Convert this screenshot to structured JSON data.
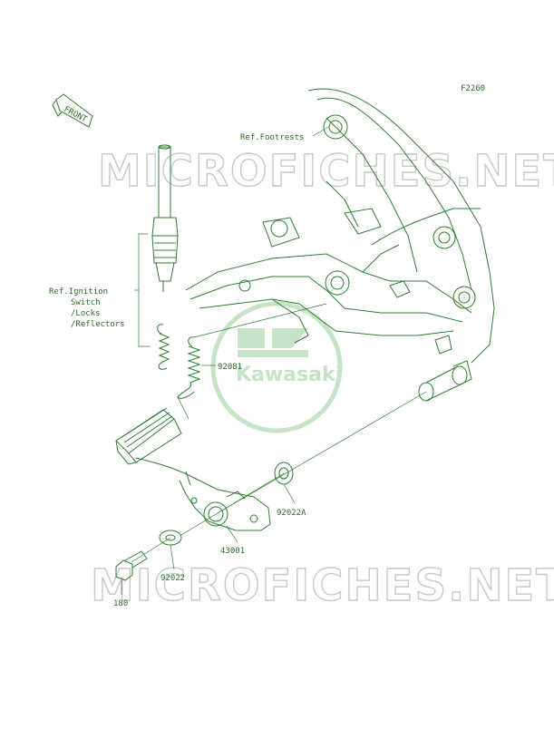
{
  "figure_code": "F2260",
  "front_arrow": "FRONT",
  "watermark": "MICROFICHES.NET",
  "logo_text": "Kawasaki",
  "labels": {
    "ref_footrests": "Ref.Footrests",
    "ref_ignition_1": "Ref.Ignition",
    "ref_ignition_2": "Switch",
    "ref_ignition_3": "/Locks",
    "ref_ignition_4": "/Reflectors",
    "part_92081": "92081",
    "part_92022A": "92022A",
    "part_43001": "43001",
    "part_92022": "92022",
    "part_180": "180"
  },
  "colors": {
    "line": "#2e7d32",
    "text": "#2b6a2b",
    "watermark": "#c8c8c8",
    "logo": "#c7e3c7"
  }
}
